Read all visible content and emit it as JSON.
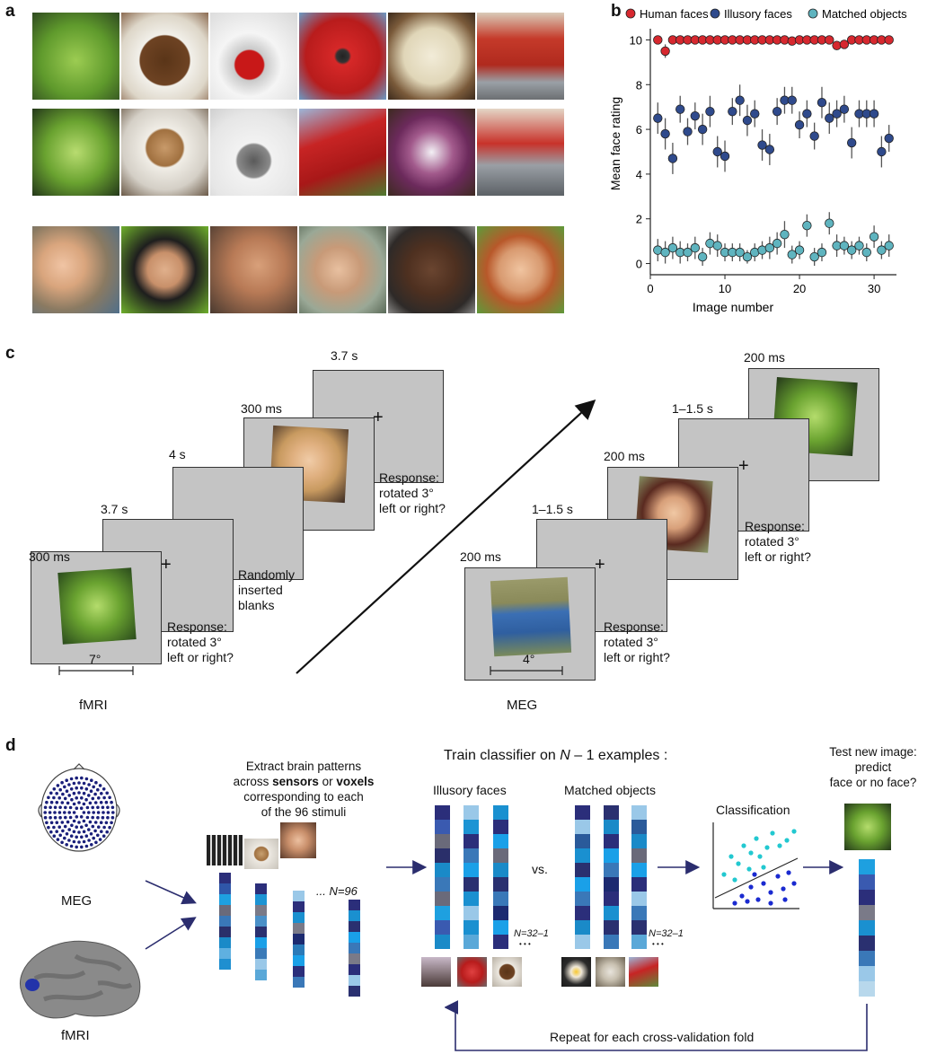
{
  "panels": {
    "a": "a",
    "b": "b",
    "c": "c",
    "d": "d"
  },
  "colors": {
    "human": "#d7282f",
    "illusory": "#2f4a8c",
    "matched": "#5fb4bf",
    "screen": "#c4c4c4",
    "arrow": "#2b2d6e"
  },
  "chart_data": {
    "type": "scatter",
    "xlabel": "Image number",
    "ylabel": "Mean face rating",
    "xlim": [
      0,
      33
    ],
    "ylim": [
      -0.5,
      10.5
    ],
    "xticks": [
      "0",
      "10",
      "20",
      "30"
    ],
    "yticks": [
      "0",
      "2",
      "4",
      "6",
      "8",
      "10"
    ],
    "legend": "top",
    "grid": false,
    "x": [
      1,
      2,
      3,
      4,
      5,
      6,
      7,
      8,
      9,
      10,
      11,
      12,
      13,
      14,
      15,
      16,
      17,
      18,
      19,
      20,
      21,
      22,
      23,
      24,
      25,
      26,
      27,
      28,
      29,
      30,
      31,
      32
    ],
    "series": [
      {
        "name": "Human faces",
        "color": "#d7282f",
        "values": [
          10,
          9.5,
          10,
          10,
          10,
          10,
          10,
          10,
          10,
          10,
          10,
          10,
          10,
          10,
          10,
          10,
          10,
          10,
          9.95,
          10,
          10,
          10,
          10,
          10,
          9.75,
          9.8,
          10,
          10,
          10,
          10,
          10,
          10
        ],
        "err": [
          0,
          0.3,
          0,
          0,
          0,
          0,
          0,
          0,
          0,
          0,
          0,
          0,
          0,
          0,
          0,
          0,
          0,
          0,
          0,
          0,
          0,
          0,
          0,
          0,
          0.2,
          0.2,
          0,
          0,
          0,
          0,
          0,
          0
        ]
      },
      {
        "name": "Illusory faces",
        "color": "#2f4a8c",
        "values": [
          6.5,
          5.8,
          4.7,
          6.9,
          5.9,
          6.6,
          6.0,
          6.8,
          5.0,
          4.8,
          6.8,
          7.3,
          6.4,
          6.7,
          5.3,
          5.1,
          6.8,
          7.3,
          7.3,
          6.2,
          6.7,
          5.7,
          7.2,
          6.5,
          6.7,
          6.9,
          5.4,
          6.7,
          6.7,
          6.7,
          5.0,
          5.6
        ],
        "err": [
          0.7,
          0.7,
          0.7,
          0.6,
          0.6,
          0.6,
          0.7,
          0.7,
          0.7,
          0.7,
          0.6,
          0.7,
          0.7,
          0.6,
          0.7,
          0.7,
          0.6,
          0.6,
          0.6,
          0.6,
          0.6,
          0.6,
          0.7,
          0.7,
          0.6,
          0.6,
          0.7,
          0.6,
          0.6,
          0.6,
          0.7,
          0.6
        ]
      },
      {
        "name": "Matched objects",
        "color": "#5fb4bf",
        "values": [
          0.6,
          0.5,
          0.7,
          0.5,
          0.5,
          0.7,
          0.3,
          0.9,
          0.8,
          0.5,
          0.5,
          0.5,
          0.3,
          0.5,
          0.6,
          0.7,
          0.9,
          1.3,
          0.4,
          0.6,
          1.7,
          0.3,
          0.5,
          1.8,
          0.8,
          0.8,
          0.6,
          0.8,
          0.5,
          1.2,
          0.6,
          0.8
        ],
        "err": [
          0.5,
          0.5,
          0.5,
          0.5,
          0.4,
          0.5,
          0.4,
          0.5,
          0.5,
          0.4,
          0.4,
          0.4,
          0.3,
          0.4,
          0.4,
          0.5,
          0.5,
          0.6,
          0.4,
          0.4,
          0.5,
          0.4,
          0.4,
          0.5,
          0.5,
          0.4,
          0.4,
          0.4,
          0.4,
          0.5,
          0.4,
          0.5
        ]
      }
    ]
  },
  "fmri_timeline": {
    "t1": "300 ms",
    "t2": "3.7 s",
    "t3": "4 s",
    "t4": "300 ms",
    "t5": "3.7 s",
    "response1": "Response:\nrotated 3°\nleft or right?",
    "blanks": "Randomly\ninserted\nblanks",
    "response2": "Response:\nrotated 3°\nleft or right?",
    "angle": "7°",
    "modality": "fMRI",
    "cross": "+"
  },
  "meg_timeline": {
    "t1": "200 ms",
    "t2": "1–1.5 s",
    "t3": "200 ms",
    "t4": "1–1.5 s",
    "t5": "200 ms",
    "response1": "Response:\nrotated 3°\nleft or right?",
    "response2": "Response:\nrotated 3°\nleft or right?",
    "angle": "4°",
    "modality": "MEG",
    "cross": "+"
  },
  "panel_d": {
    "meg_label": "MEG",
    "fmri_label": "fMRI",
    "extract_prefix": "Extract brain patterns\nacross ",
    "sensors": "sensors",
    "or": " or ",
    "voxels": "voxels",
    "extract_suffix": "corresponding to each\nof the 96 stimuli",
    "n96": "... N=96",
    "train_title_a": "Train classifier on ",
    "train_title_n": "N",
    "train_title_b": " – 1 examples :",
    "illusory": "Illusory faces",
    "matched": "Matched objects",
    "vs": "vs.",
    "n_left": "N=32–1",
    "n_right": "N=32–1",
    "dots": "• • •",
    "classification": "Classification",
    "test": "Test new image:\npredict\nface or no face?",
    "repeat": "Repeat for each cross-validation fold"
  }
}
